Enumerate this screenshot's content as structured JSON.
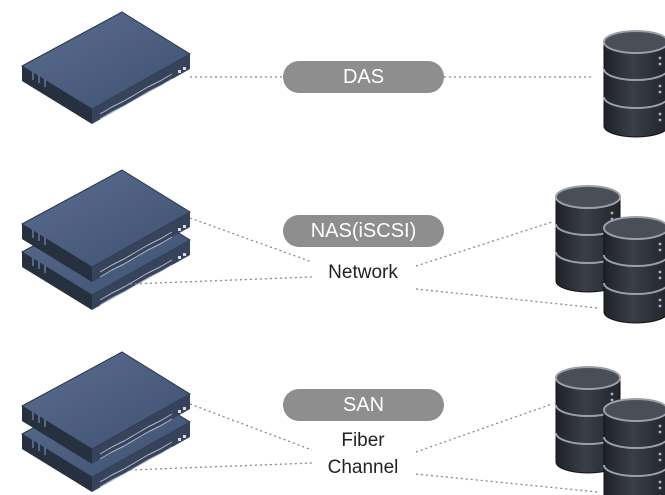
{
  "rows": [
    {
      "badge": "DAS"
    },
    {
      "badge": "NAS(iSCSI)",
      "connection": "Network"
    },
    {
      "badge": "SAN",
      "connection_line1": "Fiber",
      "connection_line2": "Channel"
    }
  ],
  "colors": {
    "badge_fill": "#8e8e8e",
    "badge_text": "#ffffff",
    "server_top": "#4a5d7e",
    "server_front": "#2f3a4e",
    "disk_body": "#2e3138",
    "connector_dots": "#888888"
  },
  "icons": [
    "server-icon",
    "storage-disk-icon"
  ]
}
